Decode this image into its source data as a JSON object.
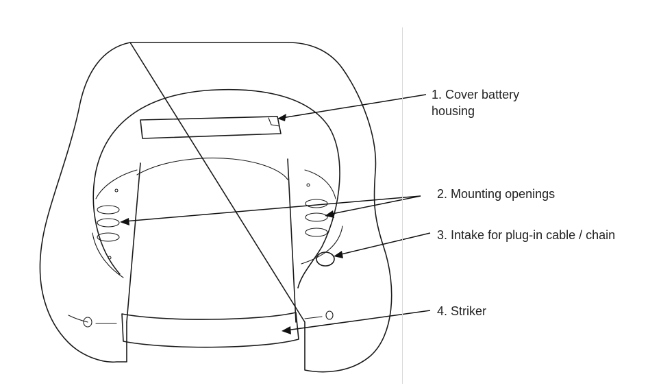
{
  "callouts": [
    {
      "number": "1.",
      "lines": [
        "Cover battery",
        "housing"
      ]
    },
    {
      "number": "2.",
      "lines": [
        "Mounting openings"
      ]
    },
    {
      "number": "3.",
      "lines": [
        "Intake for plug-in cable / chain"
      ]
    },
    {
      "number": "4.",
      "lines": [
        "Striker"
      ]
    }
  ],
  "colors": {
    "ink": "#1a1a1a",
    "divider": "#d9d9d9",
    "background": "#ffffff"
  }
}
